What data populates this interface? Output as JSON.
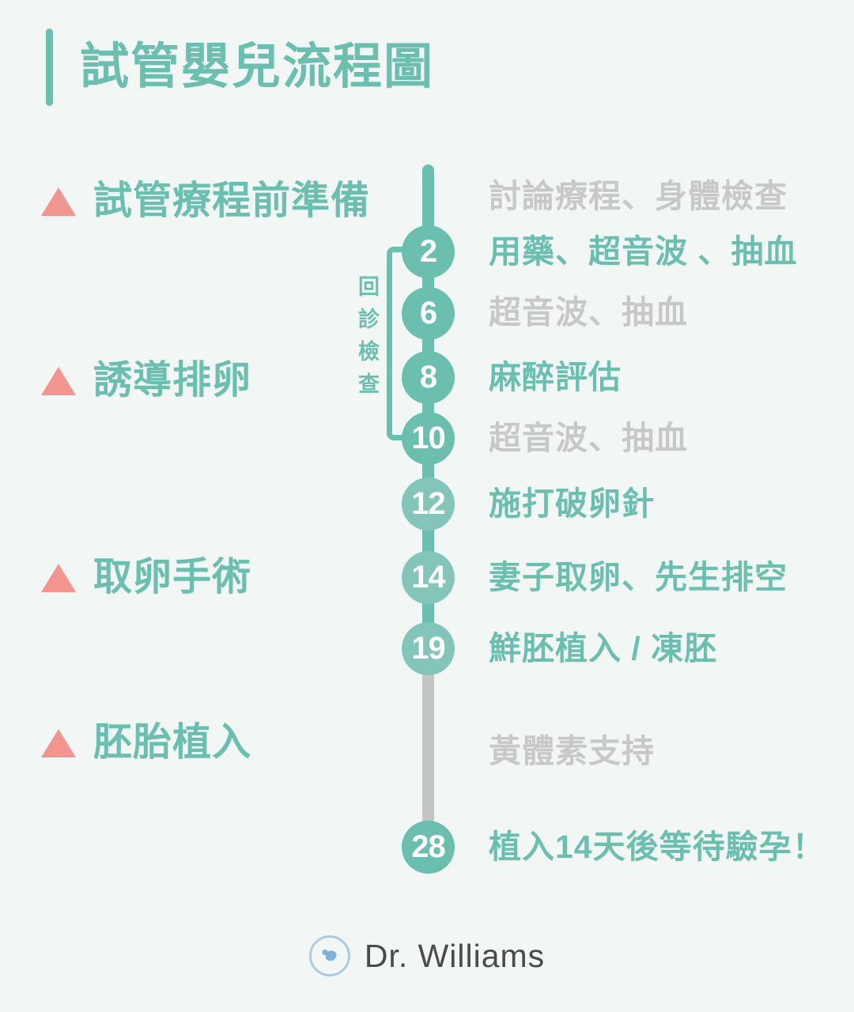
{
  "header": {
    "title": "試管嬰兒流程圖",
    "accent_color": "#6BBFAF"
  },
  "colors": {
    "background": "#F2F7F5",
    "teal": "#6BBFAF",
    "teal_faded": "#83C6B9",
    "gray_text": "#C8C8C8",
    "gray_line": "#C4C4C4",
    "salmon": "#F3958F",
    "node_text": "#FFFFFF",
    "footer_text": "#4A4A4A",
    "footer_logo_ring": "#A9CCE0",
    "footer_logo_fill": "#7FB2D9"
  },
  "stages": [
    {
      "label": "試管療程前準備",
      "marker": "triangle-up"
    },
    {
      "label": "誘導排卵",
      "marker": "triangle-up"
    },
    {
      "label": "取卵手術",
      "marker": "triangle-up"
    },
    {
      "label": "胚胎植入",
      "marker": "triangle-up"
    }
  ],
  "bracket": {
    "label": "回診檢查",
    "spans_days": [
      2,
      10
    ]
  },
  "timeline": {
    "nodes": [
      {
        "day": "2",
        "state": "active"
      },
      {
        "day": "6",
        "state": "active"
      },
      {
        "day": "8",
        "state": "active"
      },
      {
        "day": "10",
        "state": "active"
      },
      {
        "day": "12",
        "state": "faded"
      },
      {
        "day": "14",
        "state": "faded"
      },
      {
        "day": "19",
        "state": "faded"
      },
      {
        "day": "28",
        "state": "active"
      }
    ],
    "events": [
      {
        "text": "討論療程、身體檢查",
        "emphasis": "gray",
        "day": null
      },
      {
        "text": "用藥、超音波 、抽血",
        "emphasis": "teal",
        "day": "2"
      },
      {
        "text": "超音波、抽血",
        "emphasis": "gray",
        "day": "6"
      },
      {
        "text": "麻醉評估",
        "emphasis": "teal",
        "day": "8"
      },
      {
        "text": "超音波、抽血",
        "emphasis": "gray",
        "day": "10"
      },
      {
        "text": "施打破卵針",
        "emphasis": "teal",
        "day": "12"
      },
      {
        "text": "妻子取卵、先生排空",
        "emphasis": "teal",
        "day": "14"
      },
      {
        "text": "鮮胚植入 / 凍胚",
        "emphasis": "teal",
        "day": "19"
      },
      {
        "text": "黃體素支持",
        "emphasis": "gray",
        "day": null
      },
      {
        "text": "植入14天後等待驗孕！",
        "emphasis": "teal",
        "day": "28"
      }
    ]
  },
  "footer": {
    "brand": "Dr. Williams",
    "logo": "baby-face-icon"
  }
}
